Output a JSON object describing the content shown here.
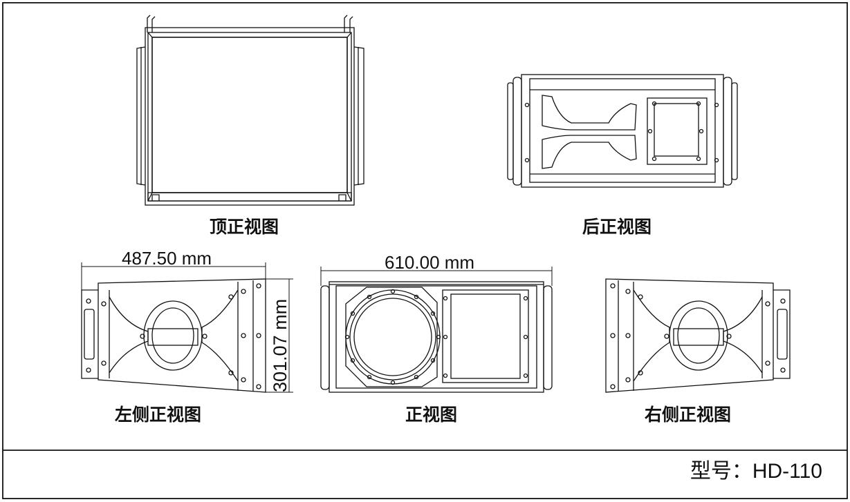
{
  "views": {
    "top": "顶正视图",
    "rear": "后正视图",
    "left": "左侧正视图",
    "front": "正视图",
    "right": "右侧正视图"
  },
  "dimensions": {
    "side_width": "487.50 mm",
    "front_width": "610.00 mm",
    "height": "301.07 mm"
  },
  "model": {
    "label": "型号：",
    "value": "HD-110"
  }
}
